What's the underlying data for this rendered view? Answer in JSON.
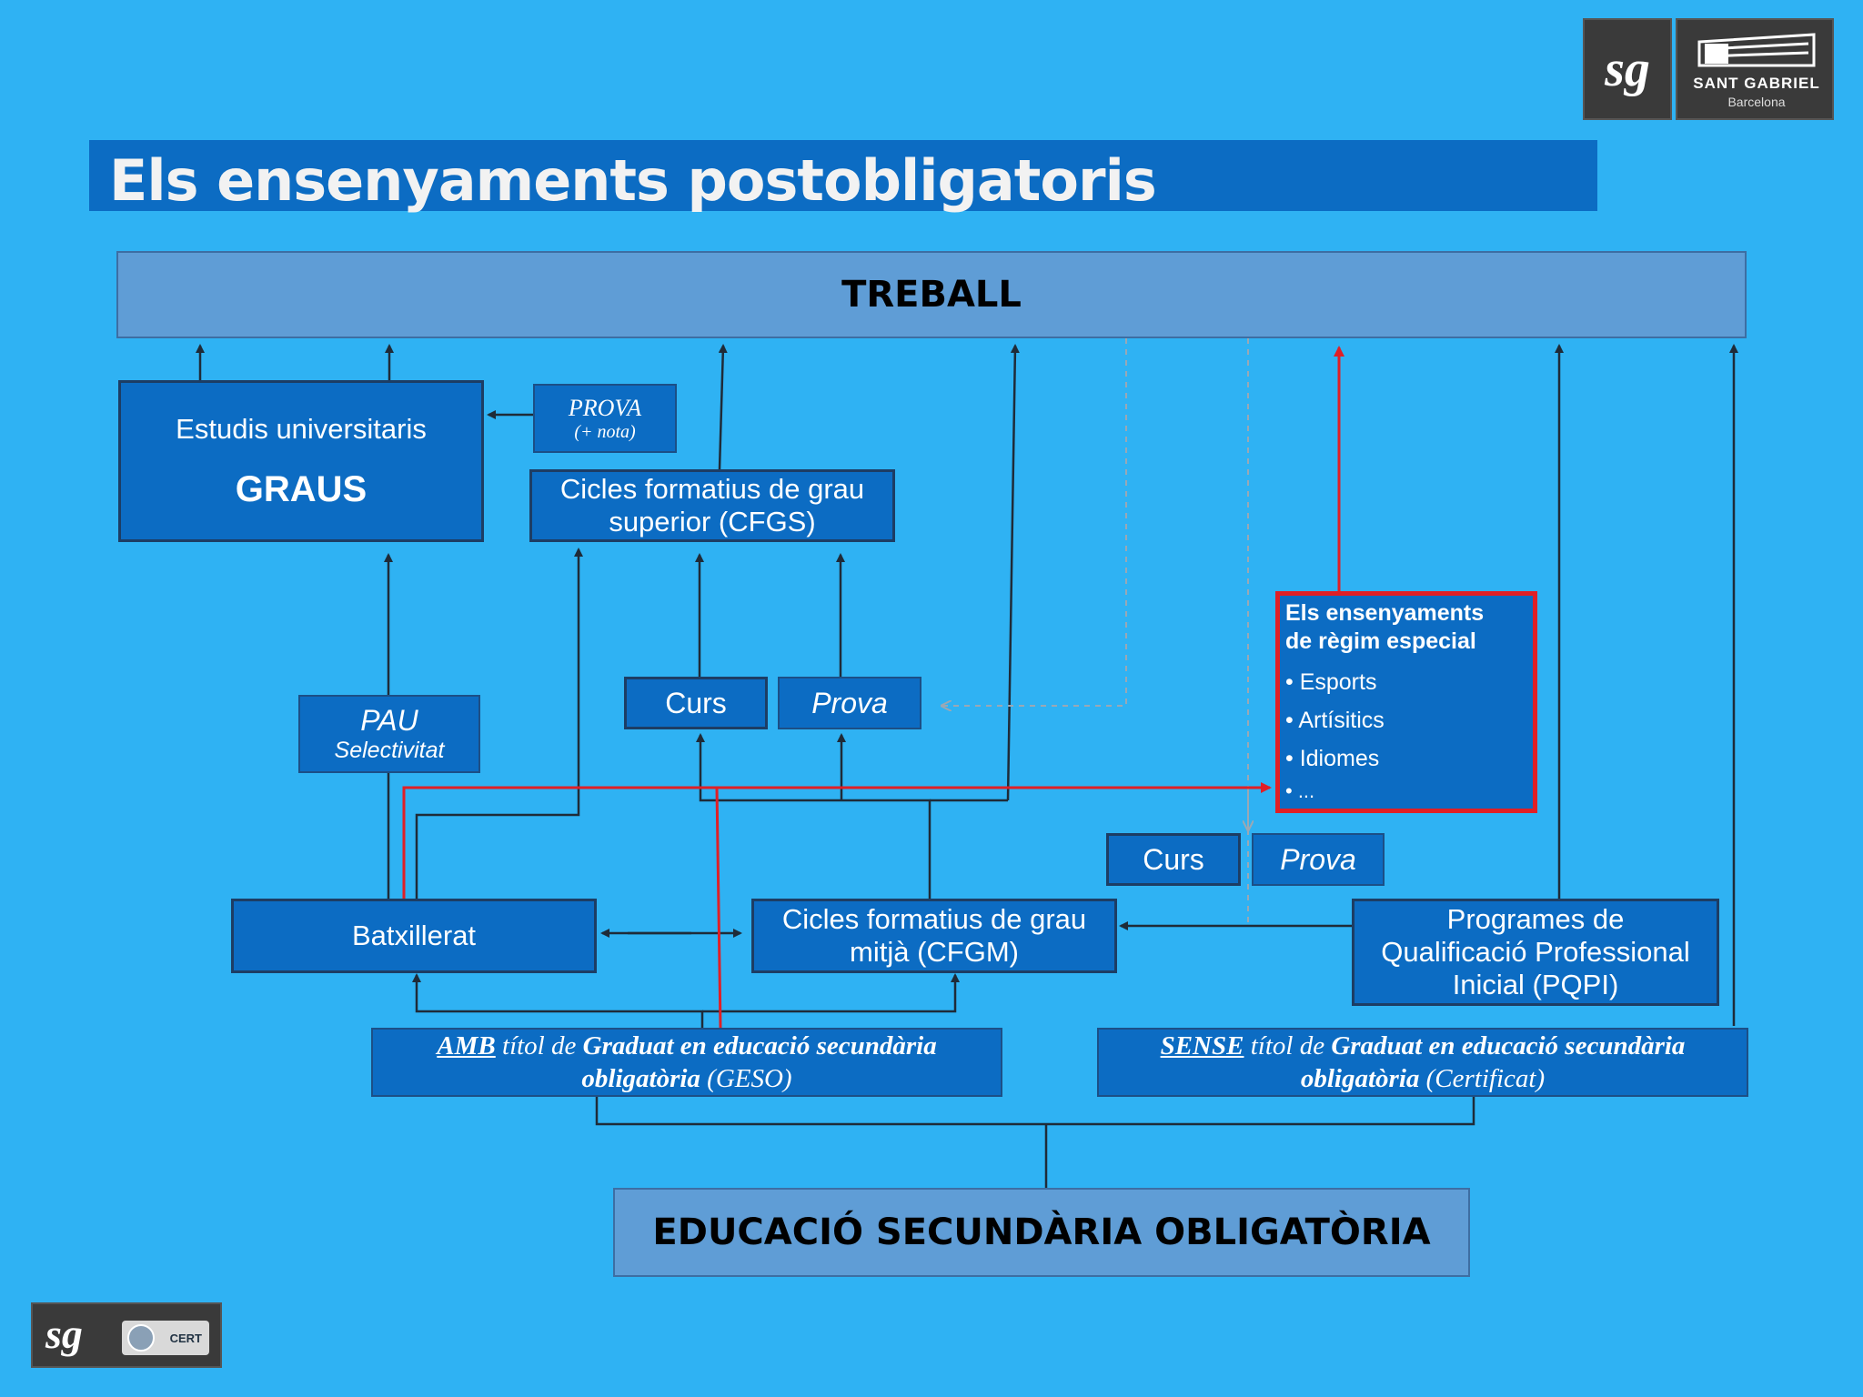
{
  "title": "Els ensenyaments postobligatoris",
  "logo_top": {
    "monogram": "sg",
    "name": "SANT GABRIEL",
    "city": "Barcelona"
  },
  "logo_bottom": {
    "monogram": "sg",
    "seal": "CERT"
  },
  "treball": "TREBALL",
  "eso": "EDUCACIÓ SECUNDÀRIA OBLIGATÒRIA",
  "graus": {
    "line1": "Estudis universitaris",
    "line2": "GRAUS"
  },
  "prova_nota": {
    "line1": "PROVA",
    "line2": "(+ nota)"
  },
  "cfgs": {
    "line1": "Cicles formatius de grau",
    "line2": "superior (CFGS)"
  },
  "curs1": "Curs",
  "prova1": "Prova",
  "pau": {
    "line1": "PAU",
    "line2": "Selectivitat"
  },
  "regim": {
    "heading1": "Els ensenyaments",
    "heading2": "de règim especial",
    "items": [
      "• Esports",
      "• Artísitics",
      "• Idiomes",
      "• ..."
    ]
  },
  "curs2": "Curs",
  "prova2": "Prova",
  "batx": "Batxillerat",
  "cfgm": {
    "line1": "Cicles formatius de grau",
    "line2": "mitjà (CFGM)"
  },
  "pqpi": {
    "line1": "Programes de",
    "line2": "Qualificació Professional",
    "line3": "Inicial (PQPI)"
  },
  "amb": {
    "prefix": "AMB",
    "mid": " títol de ",
    "bold": "Graduat en educació secundària",
    "line2_bold": "obligatòria",
    "line2_rest": " (GESO)"
  },
  "sense": {
    "prefix": "SENSE",
    "mid": " títol de ",
    "bold": "Graduat en educació secundària",
    "line2_bold": "obligatòria",
    "line2_rest": " (Certificat)"
  },
  "colors": {
    "background": "#2fb2f3",
    "box": "#0c6cc3",
    "band": "#5f9dd6",
    "highlight": "#e01f26",
    "line": "#1f2b38"
  }
}
